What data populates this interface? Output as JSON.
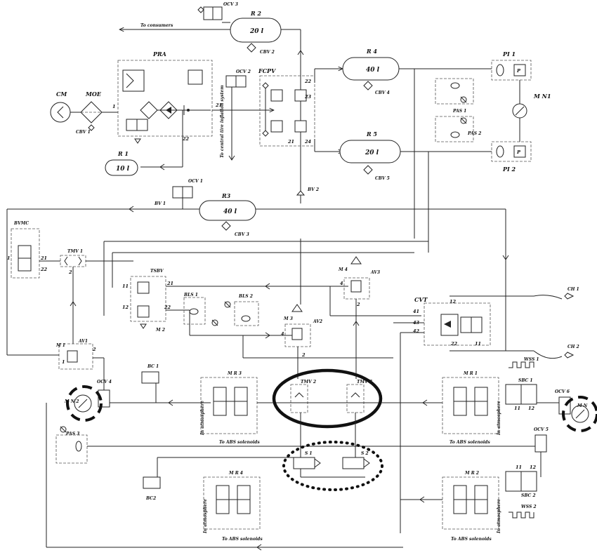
{
  "labels": {
    "ocv3": "OCV 3",
    "r2": "R 2",
    "r2_vol": "20 l",
    "cbv2": "CBV 2",
    "to_consumers": "To consumers",
    "pra": "PRA",
    "ocv2": "OCV 2",
    "fcpv": "FCPV",
    "r4": "R 4",
    "r4_vol": "40 l",
    "cbv4": "CBV 4",
    "pi1": "PI 1",
    "pas1": "PAS 1",
    "mn1": "M N1",
    "pas2": "PAS 2",
    "pi2": "PI 2",
    "cm": "CM",
    "moe": "MOE",
    "cbv1": "CBV 1",
    "tire_inflation": "To central tire inflation system",
    "r5": "R 5",
    "r5_vol": "20 l",
    "cbv5": "CBV 5",
    "r1": "R 1",
    "r1_vol": "10 l",
    "bv2": "BV 2",
    "ocv1": "OCV 1",
    "bv1": "BV 1",
    "r3": "R3",
    "r3_vol": "40 l",
    "cbv3": "CBV 3",
    "bvmc": "BVMC",
    "tmv1": "TMV 1",
    "tsbv": "TSBV",
    "bls1": "BLS 1",
    "bls2": "BLS 2",
    "m4": "M 4",
    "av3": "AV3",
    "cvt": "CVT",
    "ch1": "CH 1",
    "ch2": "CH 2",
    "m2": "M 2",
    "m3": "M 3",
    "av2": "AV2",
    "m1": "M 1",
    "av1": "AV1",
    "ocv4": "OCV 4",
    "mn2": "M N 2",
    "bc1": "BC 1",
    "mr3": "M R 3",
    "tmv2": "TMV 2",
    "tmv3": "TMV 3",
    "mr1": "M R 1",
    "wss1": "WSS 1",
    "sbc1": "SBC 1",
    "ocv6": "OCV 6",
    "mn3": "M N",
    "in_atmosphere": "In atmosphere",
    "to_abs": "To ABS solenoids",
    "pas3": "PAS 3",
    "s1": "S 1",
    "s2": "S 2",
    "ocv5": "OCV 5",
    "bc2": "BC2",
    "mr4": "M R 4",
    "mr2": "M R 2",
    "sbc2": "SBC 2",
    "wss2": "WSS 2"
  },
  "ports": {
    "p1": "1",
    "p2": "2",
    "p4": "4",
    "p11": "11",
    "p12": "12",
    "p21": "21",
    "p22": "22",
    "p23": "23",
    "p24": "24",
    "p41": "41",
    "p42": "42",
    "p43": "43",
    "pP": "P"
  }
}
